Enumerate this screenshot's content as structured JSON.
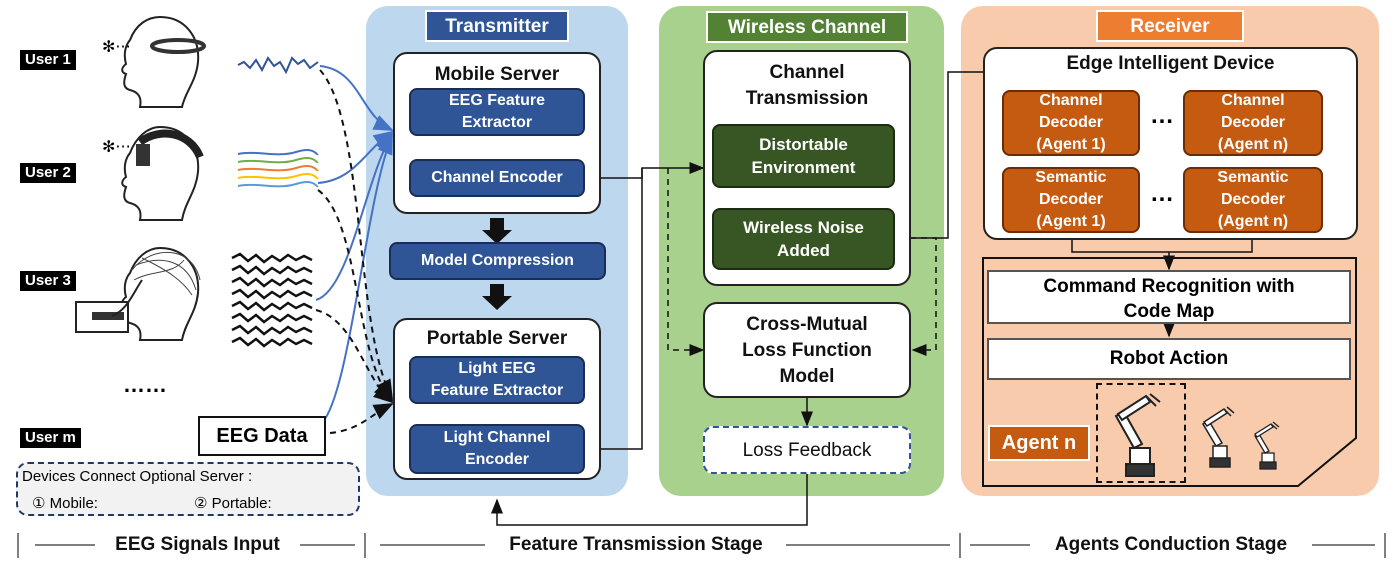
{
  "users": [
    "User  1",
    "User  2",
    "User  3",
    "User  m"
  ],
  "ellipsis_users": "……",
  "eeg_data_label": "EEG Data",
  "legend": {
    "title": "Devices Connect Optional Server :",
    "mobile": "① Mobile:",
    "portable": "② Portable:"
  },
  "transmitter": {
    "title": "Transmitter",
    "mobile_server": "Mobile Server",
    "eeg_feature_extractor": "EEG Feature\nExtractor",
    "channel_encoder": "Channel Encoder",
    "model_compression": "Model Compression",
    "portable_server": "Portable Server",
    "light_extractor": "Light EEG\nFeature Extractor",
    "light_encoder": "Light Channel\nEncoder"
  },
  "wireless": {
    "title": "Wireless Channel",
    "channel_transmission": "Channel\nTransmission",
    "distortable": "Distortable\nEnvironment",
    "noise": "Wireless Noise\nAdded",
    "cross_mutual": "Cross-Mutual\nLoss Function\nModel",
    "loss_feedback": "Loss Feedback"
  },
  "receiver": {
    "title": "Receiver",
    "edge_device": "Edge Intelligent Device",
    "channel_decoder_1": "Channel\nDecoder\n(Agent 1)",
    "channel_decoder_n": "Channel\nDecoder\n(Agent n)",
    "semantic_decoder_1": "Semantic\nDecoder\n(Agent 1)",
    "semantic_decoder_n": "Semantic\nDecoder\n(Agent n)",
    "dots": "…",
    "command_recognition": "Command Recognition with\nCode Map",
    "robot_action": "Robot Action",
    "agent_n": "Agent n"
  },
  "stages": {
    "input": "EEG Signals Input",
    "transmission": "Feature Transmission Stage",
    "conduction": "Agents Conduction Stage"
  },
  "colors": {
    "transmitter_bg": "#bdd7ee",
    "wireless_bg": "#a9d18e",
    "receiver_bg": "#f8cbad",
    "blue_box": "#2f5597",
    "green_box": "#375623",
    "brown_box": "#c55a11",
    "mobile_arrow": "#4472c4"
  }
}
